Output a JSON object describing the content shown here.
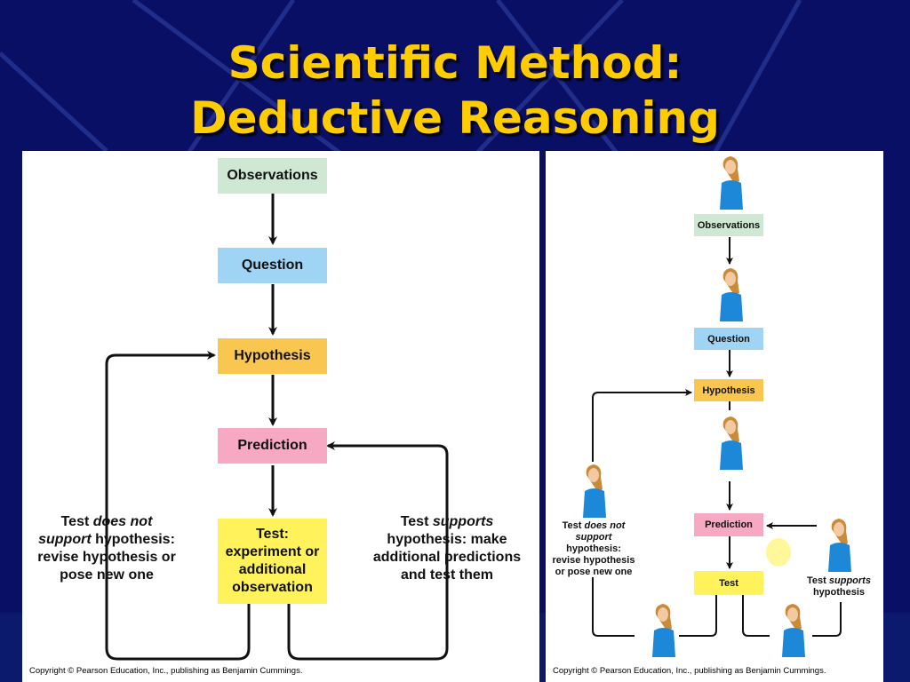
{
  "slide": {
    "title_line1": "Scientific Method:",
    "title_line2": "Deductive Reasoning",
    "colors": {
      "background": "#0a0f66",
      "title": "#ffcc00",
      "observations": "#cfe8d4",
      "question": "#9fd4f5",
      "hypothesis": "#f9c74f",
      "prediction": "#f7a8c2",
      "test": "#fff25a"
    }
  },
  "left_flowchart": {
    "observations": "Observations",
    "question": "Question",
    "hypothesis": "Hypothesis",
    "prediction": "Prediction",
    "test_line1": "Test:",
    "test_line2": "experiment or",
    "test_line3": "additional",
    "test_line4": "observation",
    "not_support": {
      "test": "Test ",
      "emph": "does not",
      "emph2": "support",
      "rest1": " hypothesis:",
      "line3": "revise hypothesis or",
      "line4": "pose new one"
    },
    "supports": {
      "test": "Test ",
      "emph": "supports",
      "line2": "hypothesis: make",
      "line3": "additional predictions",
      "line4": "and test them"
    },
    "copyright": "Copyright © Pearson Education, Inc., publishing as Benjamin Cummings."
  },
  "right_flowchart": {
    "observations": "Observations",
    "question": "Question",
    "hypothesis": "Hypothesis",
    "prediction": "Prediction",
    "test": "Test",
    "not_support": {
      "test": "Test ",
      "emph": "does not",
      "emph2": "support",
      "line3": "hypothesis:",
      "line4": "revise hypothesis",
      "line5": "or pose new one"
    },
    "supports": {
      "test": "Test ",
      "emph": "supports",
      "line2": "hypothesis"
    },
    "copyright": "Copyright © Pearson Education, Inc., publishing as Benjamin Cummings."
  }
}
